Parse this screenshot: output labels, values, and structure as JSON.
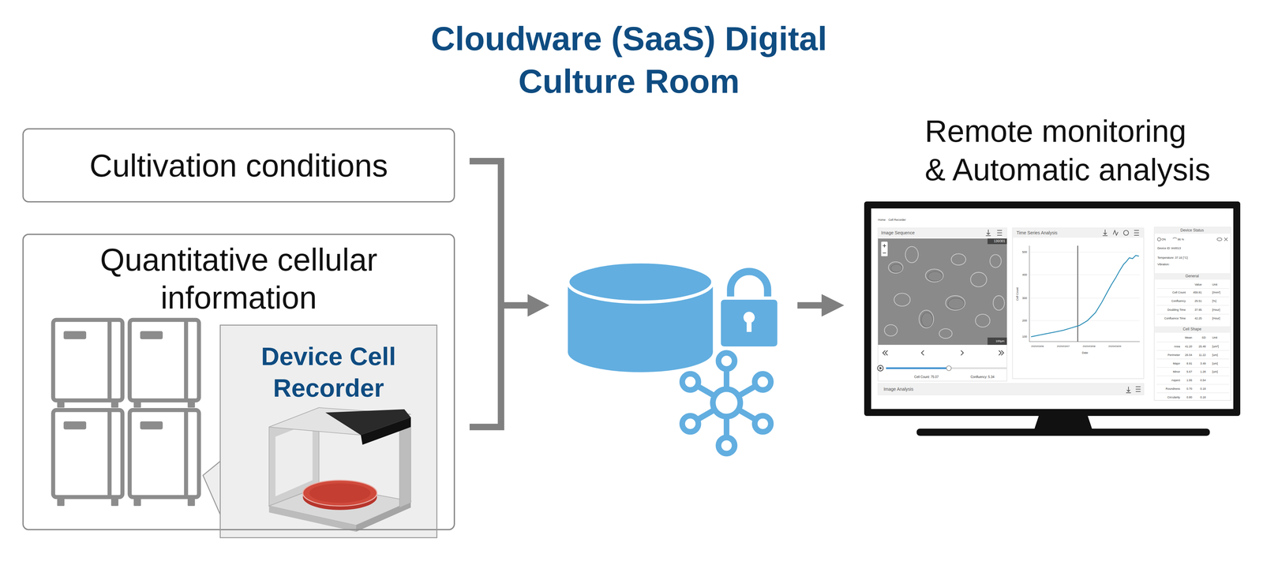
{
  "diagram": {
    "title": "Cloudware (SaaS) Digital Culture Room",
    "nodes": [
      {
        "text": [
          "Cultivation conditions"
        ]
      },
      {
        "text": [
          "Quantitative cellular information"
        ]
      },
      {
        "text": [
          "Device Cell Recorder"
        ],
        "in": 1
      },
      {
        "text": [
          "Remote monitoring & Automatic analysis"
        ]
      }
    ],
    "labels": [
      "Home",
      "Cell Recorder",
      "Image Sequence",
      "130/301",
      "100μm",
      "Cell Count: 75.07",
      "Confluency: 5.34",
      "Image Analysis",
      "Time Series Analysis",
      "500",
      "400",
      "300",
      "200",
      "100",
      "Cell Count",
      "2020/03/06",
      "2020/03/07",
      "2020/03/08",
      "2020/03/09",
      "Date",
      "Device Status",
      "ON",
      "96 %",
      "Device ID: tm0013",
      "Temperature: 37.16 [°C]",
      "Vibration:",
      "General",
      "Value",
      "Unit",
      "Cell Count",
      "459.81",
      "[/mm²]",
      "Confluency",
      "25.51",
      "[%]",
      "Doubling Time",
      "37.95",
      "[Hour]",
      "Confluence Time",
      "42.25",
      "[Hour]",
      "Cell Shape",
      "Mean",
      "SD",
      "Unit",
      "Area",
      "41.20",
      "25.48",
      "[um²]",
      "Perimeter",
      "26.04",
      "11.22",
      "[um]",
      "Major",
      "8.91",
      "3.49",
      "[um]",
      "Minor",
      "5.67",
      "1.28",
      "[um]",
      "Aspect",
      "1.55",
      "0.54",
      "Roundness",
      "0.70",
      "0.18",
      "Circularity",
      "0.80",
      "0.18"
    ]
  }
}
